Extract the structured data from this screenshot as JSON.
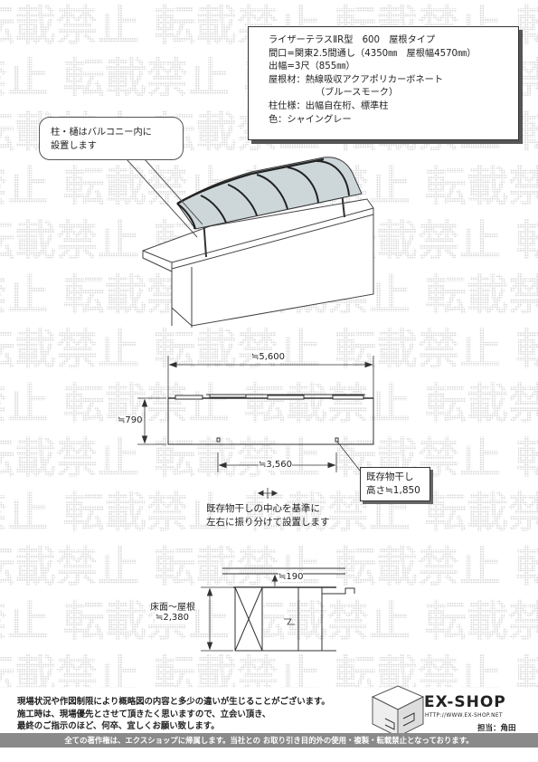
{
  "watermark": "転載禁止",
  "spec": {
    "product": "ライザーテラスⅡR型　600　屋根タイプ",
    "opening": "間口=関東2.5間通し（4350㎜　屋根幅4570㎜）",
    "projection": "出幅=3尺（855㎜）",
    "roof_material": "屋根材：熱線吸収アクアポリカーボネート",
    "roof_color": "（ブルースモーク）",
    "post_spec": "柱仕様：出幅自在桁、標準柱",
    "color": "色：シャイングレー"
  },
  "callout": {
    "line1": "柱・樋はバルコニー内に",
    "line2": "設置します"
  },
  "plan": {
    "width": "≒5,600",
    "depth": "≒790",
    "post_span": "≒3,560"
  },
  "existing": {
    "line1": "既存物干し",
    "line2": "高さ≒1,850"
  },
  "center_note": {
    "line1": "既存物干しの中心を基準に",
    "line2": "左右に振り分けて設置します"
  },
  "section": {
    "gap": "≒190",
    "height_label": "床面～屋根",
    "height_value": "≒2,380"
  },
  "notes": [
    "現場状況や作図制限により概略図の内容と多少の違いが生じることがございます。",
    "施工時は、現場優先とさせて頂きたく思いますので、立会い頂き、",
    "最終のご指示のほど、何卒、宜しくお願い致します。"
  ],
  "logo": {
    "name": "EX-SHOP",
    "url": "HTTP://WWW.EX-SHOP.NET",
    "person": "担当：角田"
  },
  "copyright": "全ての著作権は、エクスショップに帰属します。当社との お取り引き目的外の使用・複製・転載禁止となっております。"
}
